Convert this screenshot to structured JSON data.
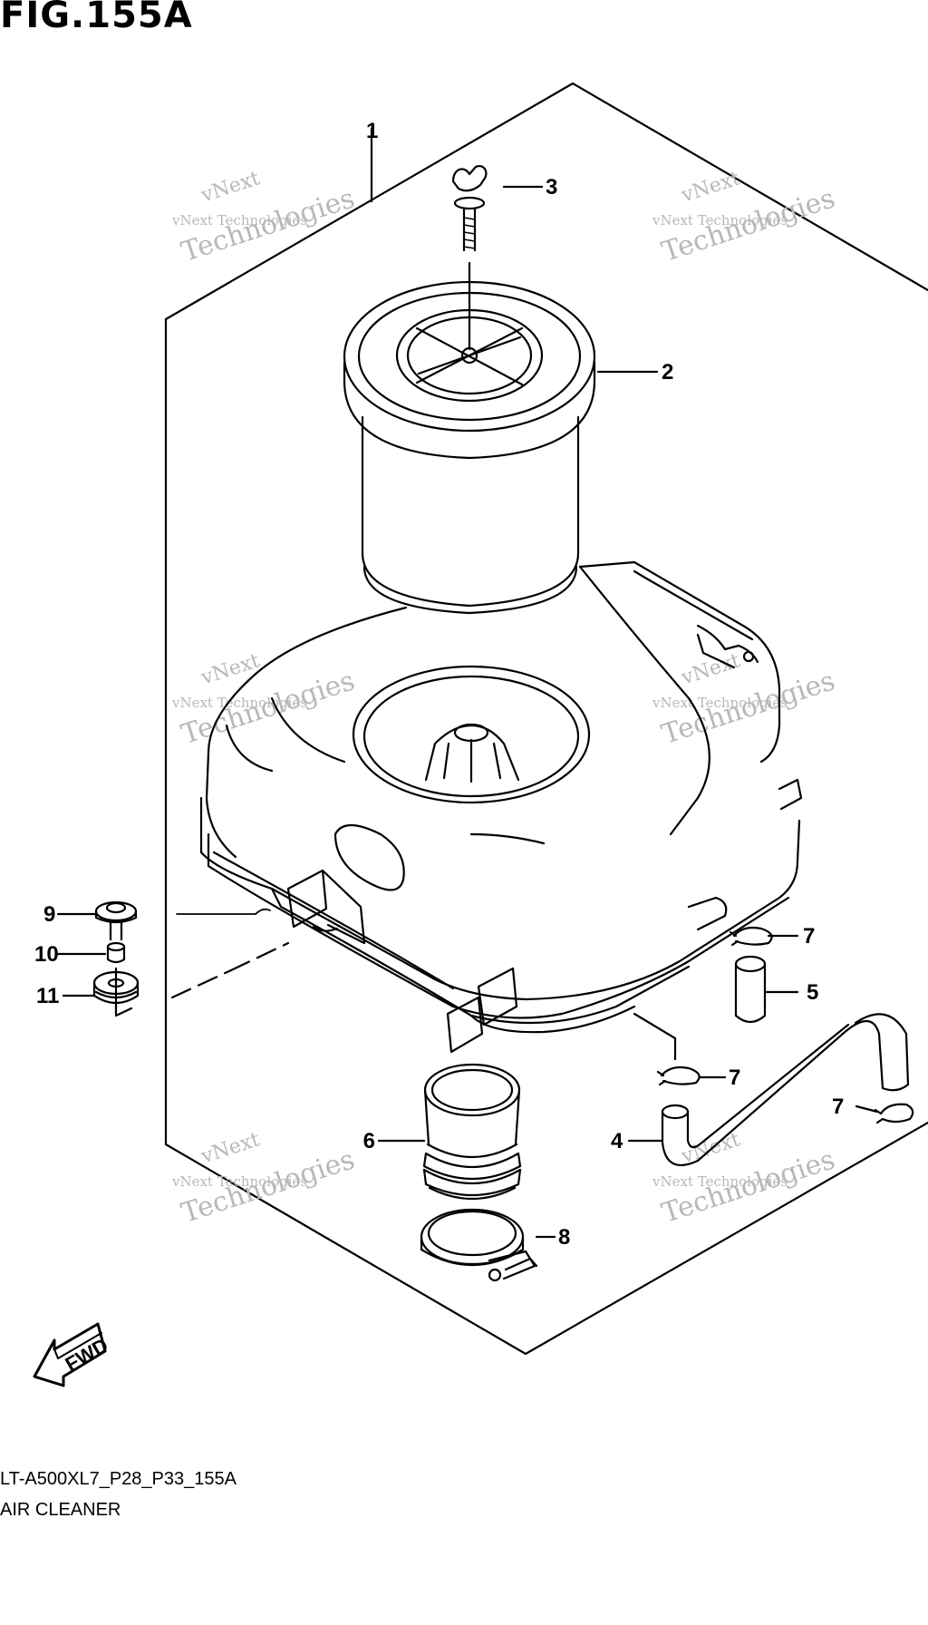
{
  "figure": {
    "title": "FIG.155A",
    "code": "LT-A500XL7_P28_P33_155A",
    "name": "AIR CLEANER"
  },
  "watermark": {
    "line1": "vNext",
    "line2": "vNext Technologies",
    "line3": "Technologies"
  },
  "fwd_label": "FWD",
  "callouts": {
    "c1": "1",
    "c2": "2",
    "c3": "3",
    "c4": "4",
    "c5": "5",
    "c6": "6",
    "c7a": "7",
    "c7b": "7",
    "c7c": "7",
    "c8": "8",
    "c9": "9",
    "c10": "10",
    "c11": "11"
  },
  "colors": {
    "line": "#000000",
    "watermark": "#b8b8b8"
  }
}
